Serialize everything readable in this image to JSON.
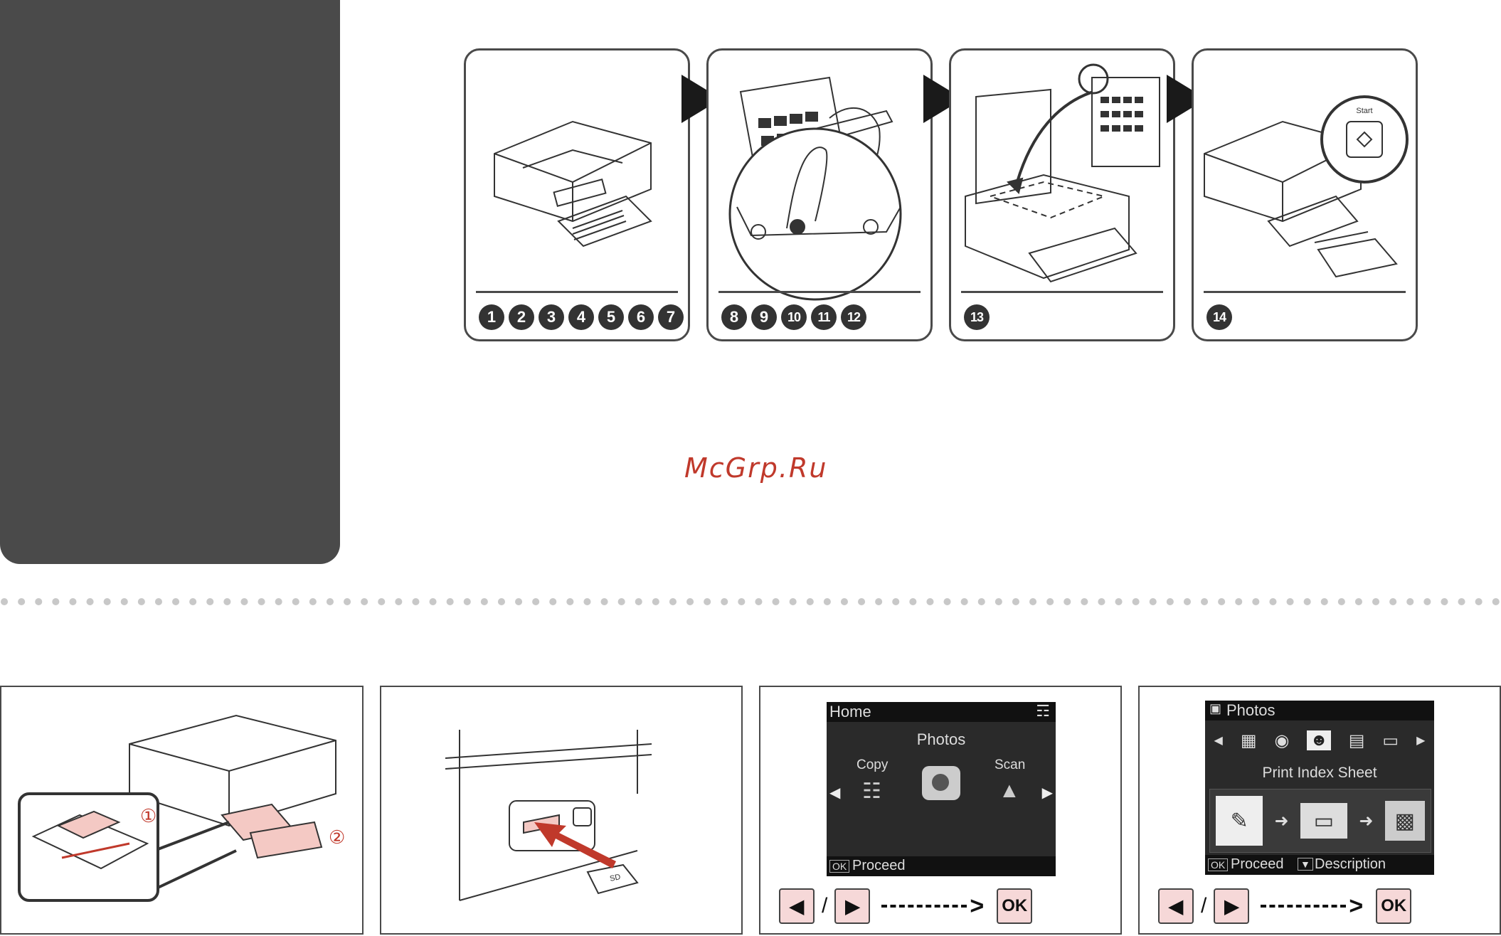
{
  "watermark": "McGrp.Ru",
  "panels": [
    {
      "steps": [
        "1",
        "2",
        "3",
        "4",
        "5",
        "6",
        "7"
      ]
    },
    {
      "steps": [
        "8",
        "9",
        "10",
        "11",
        "12"
      ]
    },
    {
      "steps": [
        "13"
      ]
    },
    {
      "steps": [
        "14"
      ]
    }
  ],
  "start_label": "Start",
  "lower": {
    "box1": {
      "callouts": [
        "①",
        "②"
      ]
    },
    "box2": {
      "card_label": "SD"
    },
    "box3": {
      "header": "Home",
      "title": "Photos",
      "left_item": "Copy",
      "right_item": "Scan",
      "ok_badge": "OK",
      "footer": "Proceed"
    },
    "box4": {
      "header": "Photos",
      "title": "Print Index Sheet",
      "ok_badge": "OK",
      "footer_proceed": "Proceed",
      "footer_desc": "Description"
    },
    "keys": {
      "left": "◀",
      "right": "▶",
      "slash": "/",
      "ok": "OK"
    }
  },
  "colors": {
    "dark": "#4a4a4a",
    "accent_red": "#c0392b",
    "key_bg": "#f6d8d8"
  }
}
